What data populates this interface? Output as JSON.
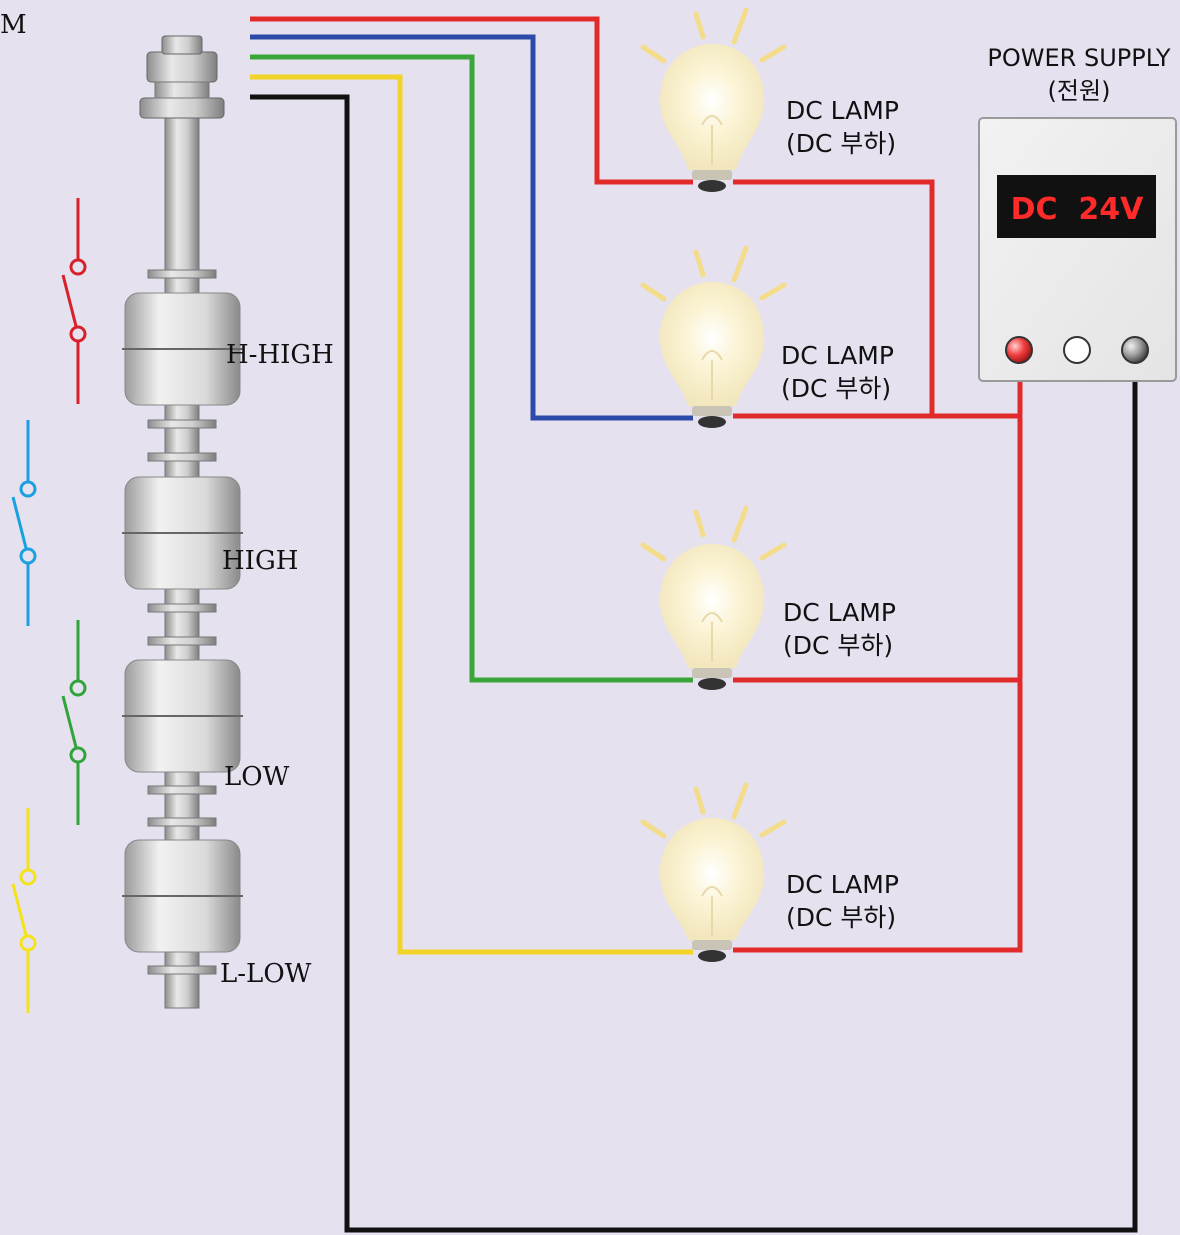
{
  "corner_fragment": "M",
  "sensor": {
    "levels": [
      "H-HIGH",
      "HIGH",
      "LOW",
      "L-LOW"
    ]
  },
  "lamps": [
    {
      "label": "DC LAMP",
      "sub": "(DC 부하)"
    },
    {
      "label": "DC LAMP",
      "sub": "(DC 부하)"
    },
    {
      "label": "DC LAMP",
      "sub": "(DC 부하)"
    },
    {
      "label": "DC LAMP",
      "sub": "(DC 부하)"
    }
  ],
  "power_supply": {
    "title": "POWER SUPPLY",
    "subtitle": "(전원)",
    "display": "DC  24V"
  },
  "colors": {
    "background": "#e6e1ef",
    "wire_red": "#e12b2b",
    "wire_blue": "#2c4aa8",
    "wire_green": "#3aa63a",
    "wire_yellow": "#f2d327",
    "wire_black": "#111111",
    "switch_red": "#d8202a",
    "switch_blue": "#1aa0e0",
    "switch_green": "#2fa43a",
    "switch_yellow": "#f4e21b",
    "display_bg": "#111111",
    "display_text": "#ff2a2a"
  }
}
